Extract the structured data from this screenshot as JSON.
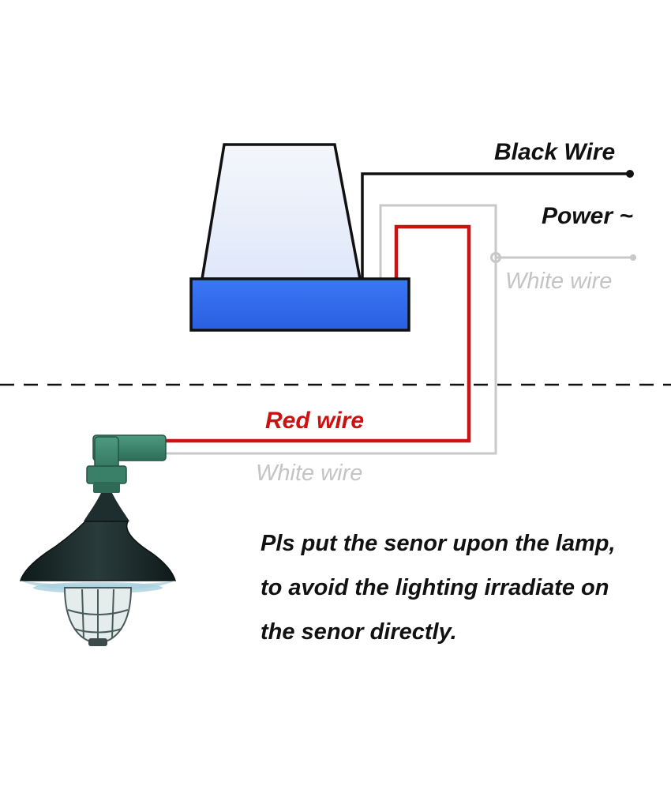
{
  "labels": {
    "black_wire": "Black Wire",
    "power": "Power ~",
    "white_wire_top": "White wire",
    "red_wire": "Red wire",
    "white_wire_bottom": "White wire"
  },
  "note": {
    "line1": "Pls put the senor upon the lamp,",
    "line2": "to avoid the lighting  irradiate on",
    "line3": "the senor directly."
  },
  "colors": {
    "sensor_base": "#2f6cf0",
    "sensor_dome": "#e6eefb",
    "black_wire": "#111111",
    "red_wire": "#cc1111",
    "white_wire": "#c8c8c8",
    "lamp_shade": "#1c2b2b",
    "lamp_fitting": "#3f8a72"
  }
}
